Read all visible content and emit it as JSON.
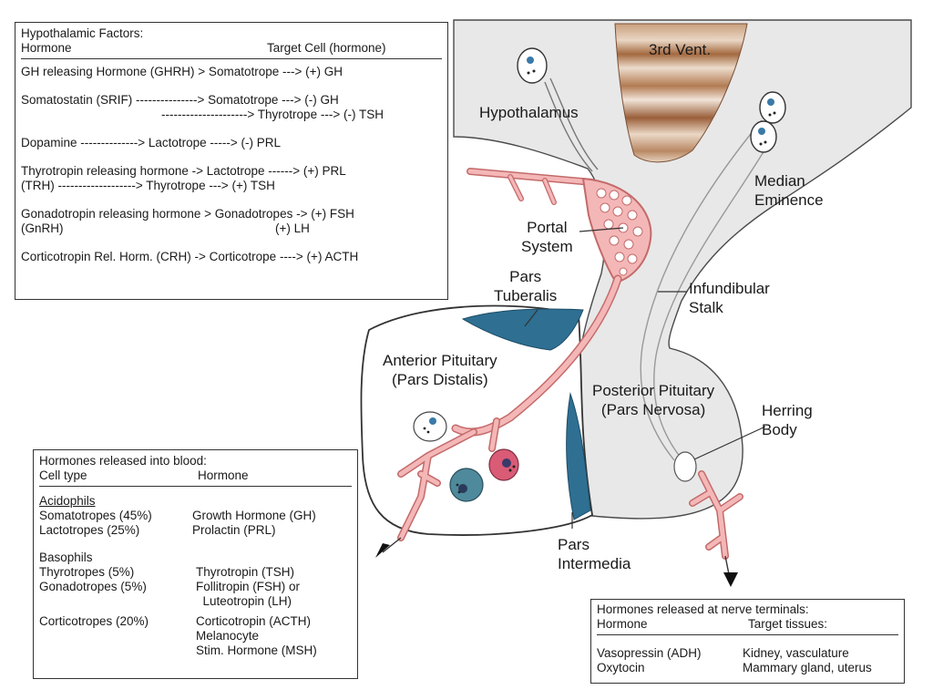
{
  "anatomy": {
    "third_ventricle": "3rd Vent.",
    "hypothalamus": "Hypothalamus",
    "median_eminence": "Median\nEminence",
    "portal_system": "Portal\nSystem",
    "pars_tuberalis": "Pars\nTuberalis",
    "infundibular_stalk": "Infundibular\nStalk",
    "anterior_pituitary": "Anterior Pituitary\n(Pars Distalis)",
    "posterior_pituitary": "Posterior Pituitary\n(Pars Nervosa)",
    "herring_body": "Herring\nBody",
    "pars_intermedia": "Pars\nIntermedia"
  },
  "hypothalamic_box": {
    "title": "Hypothalamic Factors:",
    "col_hormone": "Hormone",
    "col_target": "Target Cell (hormone)",
    "lines": [
      [
        "GH releasing Hormone (GHRH) > Somatotrope ---> (+) GH"
      ],
      [
        "Somatostatin (SRIF) ---------------> Somatotrope ---> (-) GH",
        "---------------------> Thyrotrope ---> (-) TSH"
      ],
      [
        "Dopamine --------------> Lactotrope -----> (-) PRL"
      ],
      [
        "Thyrotropin releasing hormone -> Lactotrope ------> (+) PRL",
        "(TRH) -------------------> Thyrotrope ---> (+) TSH"
      ],
      [
        "Gonadotropin releasing hormone > Gonadotropes -> (+) FSH",
        "(GnRH)                                                              (+) LH"
      ],
      [
        "Corticotropin Rel. Horm. (CRH) -> Corticotrope ----> (+) ACTH"
      ]
    ]
  },
  "blood_box": {
    "title": "Hormones released into blood:",
    "col_cell": "Cell type",
    "col_hormone": "Hormone",
    "groups": [
      {
        "name": "Acidophils",
        "rows": [
          {
            "cell": "Somatotropes (45%)",
            "hormone": "Growth Hormone (GH)"
          },
          {
            "cell": "Lactotropes (25%)",
            "hormone": "Prolactin (PRL)"
          }
        ]
      },
      {
        "name": "Basophils",
        "rows": [
          {
            "cell": "Thyrotropes (5%)",
            "hormone": "Thyrotropin (TSH)"
          },
          {
            "cell": "Gonadotropes (5%)",
            "hormone": "Follitropin (FSH) or"
          },
          {
            "cell": "",
            "hormone": "  Luteotropin (LH)"
          },
          {
            "cell": "Corticotropes (20%)",
            "hormone": "Corticotropin (ACTH)"
          },
          {
            "cell": "",
            "hormone": "Melanocyte"
          },
          {
            "cell": "",
            "hormone": "Stim. Hormone (MSH)"
          }
        ]
      }
    ]
  },
  "nerve_box": {
    "title": "Hormones released at nerve terminals:",
    "col_hormone": "Hormone",
    "col_target": "Target tissues:",
    "rows": [
      {
        "hormone": "Vasopressin (ADH)",
        "target": "Kidney, vasculature"
      },
      {
        "hormone": "Oxytocin",
        "target": "Mammary gland, uterus"
      }
    ]
  },
  "colors": {
    "vessel_fill": "#f4b7b7",
    "vessel_stroke": "#c46a6a",
    "intermedia_blue": "#2e6f92",
    "brain_gray": "#e6e6e6",
    "ventricle_brown": "#a9744f"
  }
}
